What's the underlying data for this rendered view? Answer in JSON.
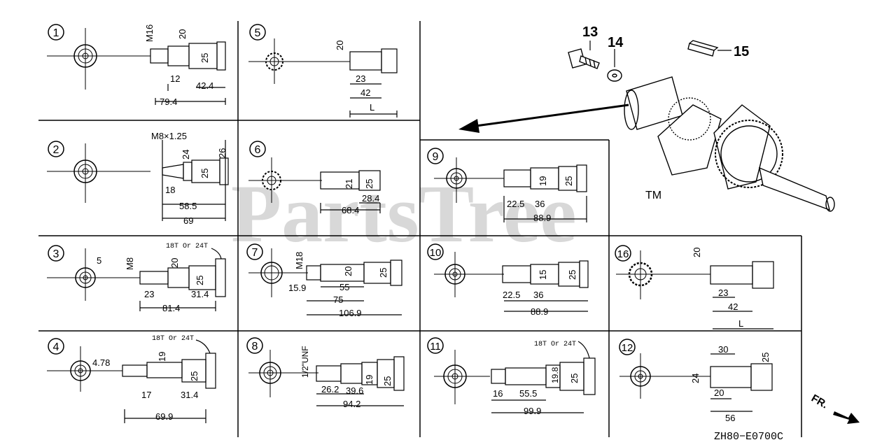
{
  "diagram_code": "ZH80−E0700C",
  "watermark": "PartsTree",
  "trademark": "TM",
  "front_label": "FR.",
  "callouts": {
    "c13": "13",
    "c14": "14",
    "c15": "15"
  },
  "variants": {
    "v1": {
      "num": "1",
      "dims": [
        "M16",
        "20",
        "25",
        "12",
        "42.4",
        "79.4"
      ]
    },
    "v2": {
      "num": "2",
      "dims": [
        "M8×1.25",
        "24",
        "26",
        "25",
        "18",
        "58.5",
        "69"
      ]
    },
    "v3": {
      "num": "3",
      "dims": [
        "5",
        "M8",
        "20",
        "25",
        "23",
        "31.4",
        "81.4"
      ],
      "teeth": "18T Or 24T"
    },
    "v4": {
      "num": "4",
      "dims": [
        "4.78",
        "19",
        "25",
        "17",
        "31.4",
        "69.9"
      ],
      "teeth": "18T Or 24T"
    },
    "v5": {
      "num": "5",
      "dims": [
        "20",
        "23",
        "42",
        "L"
      ]
    },
    "v6": {
      "num": "6",
      "dims": [
        "21",
        "25",
        "28.4",
        "68.4"
      ]
    },
    "v7": {
      "num": "7",
      "dims": [
        "M18",
        "20",
        "25",
        "15.9",
        "55",
        "75",
        "106.9"
      ]
    },
    "v8": {
      "num": "8",
      "dims": [
        "1/2\"UNF",
        "19",
        "25",
        "26.2",
        "39.6",
        "94.2"
      ]
    },
    "v9": {
      "num": "9",
      "dims": [
        "19",
        "25",
        "22.5",
        "36",
        "88.9"
      ]
    },
    "v10": {
      "num": "10",
      "dims": [
        "15",
        "25",
        "22.5",
        "36",
        "88.9"
      ]
    },
    "v11": {
      "num": "11",
      "dims": [
        "19.8",
        "25",
        "16",
        "55.5",
        "99.9"
      ],
      "teeth": "18T Or 24T"
    },
    "v12": {
      "num": "12",
      "dims": [
        "30",
        "25",
        "24",
        "20",
        "56"
      ]
    },
    "v16": {
      "num": "16",
      "dims": [
        "20",
        "23",
        "42",
        "L"
      ]
    }
  }
}
